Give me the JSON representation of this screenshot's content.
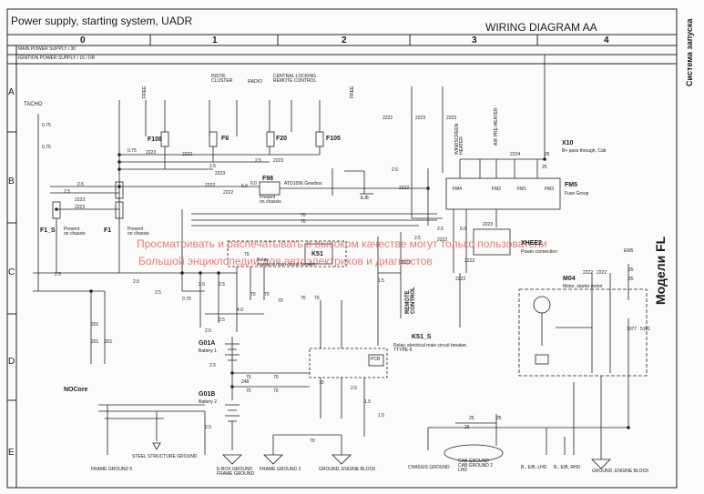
{
  "header": {
    "title": "Power supply, starting system, UADR",
    "diagram": "WIRING DIAGRAM  AA"
  },
  "columns": [
    "0",
    "1",
    "2",
    "3",
    "4"
  ],
  "rows": [
    "A",
    "B",
    "C",
    "D",
    "E"
  ],
  "rails": {
    "main": "MAIN POWER SUPPLY / 30",
    "ignition": "IGNITION POWER SUPPLY / 15 / DR"
  },
  "side": {
    "system": "Система запуска",
    "models": "Модели FL"
  },
  "watermark": {
    "line1": "Просматривать и распечатывать в высоком качестве могут только пользователи",
    "line2": "Большой энциклопедии для автоэлектриков и диагностов"
  },
  "components": {
    "tacho": "TACHO",
    "instr": "INSTR.\nCLUSTER",
    "radio": "RADIO",
    "central": "CENTRAL LOCKING\nREMOTE CONTROL",
    "free1": "FREE",
    "free2": "FREE",
    "f108": "F108",
    "f6": "F6",
    "f20": "F20",
    "f105": "F105",
    "f98": "F98",
    "f98_desc": "Present\non chassis",
    "ato": "ATO1056 Gearbox",
    "ej8": "EJ8",
    "f1s": "F1_S",
    "f1s_desc": "Present\non chassis",
    "f1": "F1",
    "f1_desc": "Present\non chassis",
    "k51": "K51",
    "k51_desc": "Relay,\nelectrical main circuit breaker",
    "k51s": "K51_S",
    "k51s_desc": "Relay, electrical main circuit breaker,\nTTYPE-5",
    "pcb": "PCB",
    "g01a": "G01A",
    "g01a_desc": "Battery 1",
    "g01b": "G01B",
    "g01b_desc": "Battery 2",
    "windscreen": "WINDSCREEN\nHEATER",
    "airpre": "AIR PRE-HEATER",
    "x10": "X10",
    "x10_desc": "B+ pass through, Cab",
    "fm5": "FM5",
    "fm5_desc": "Fuse Group",
    "fm4": "FM4",
    "fm2": "FM2",
    "fm1": "FM1",
    "fm3": "FM3",
    "xhee2": "XHEE2",
    "xhee2_desc": "Power connection",
    "m04": "M04",
    "m04_desc": "Motor, starter motor",
    "em5": "EM5",
    "remote": "REMOTE\nCONTROL",
    "nocore": "NO⁠Core",
    "steel": "STEEL STRUCTURE GROUND",
    "ebox": "E-BOX GROUND\nFRAME GROUND",
    "frame2": "FRAME GROUND 2",
    "engblock": "GROUND, ENGINE BLOCK",
    "chassis": "CHASSIS GROUND",
    "cabgnd": "CAB GROUND\nCAB GROUND 2\nLHD",
    "elhd": "B., E/B, LHD",
    "erhd": "B., E/B, RHD",
    "engblock2": "GROUND, ENGINE BLOCK",
    "frame5": "FRAME GROUND 5"
  },
  "wire_labels": [
    "0.75",
    "0.75",
    "2.5",
    "2223",
    "2.5",
    "2223",
    "0.75",
    "2223",
    "2223",
    "2222",
    "2222",
    "6.0",
    "2.5",
    "2223",
    "2.5",
    "2223",
    "2.5",
    "70",
    "70",
    "70",
    "2.5",
    "0.75",
    "2.5",
    "70",
    "70",
    "6.0",
    "2.5",
    "2222",
    "2223",
    "2224",
    "2223",
    "2222",
    "25",
    "25",
    "2223",
    "2222",
    "6.0",
    "2.5",
    "2222",
    "70",
    "70",
    "1.5",
    "2222",
    "2222",
    "2.5",
    "70",
    "4.0",
    "2222",
    "2222",
    "25",
    "25",
    "1077",
    "5101",
    "70",
    "70",
    "2.5",
    "201",
    "201",
    "201",
    "2.5",
    "2.5",
    "2.5",
    "70",
    "248",
    "70",
    "2.5",
    "2.5",
    "70",
    "2.5",
    "1.5",
    "1.5",
    "25",
    "25",
    "25",
    "70"
  ]
}
